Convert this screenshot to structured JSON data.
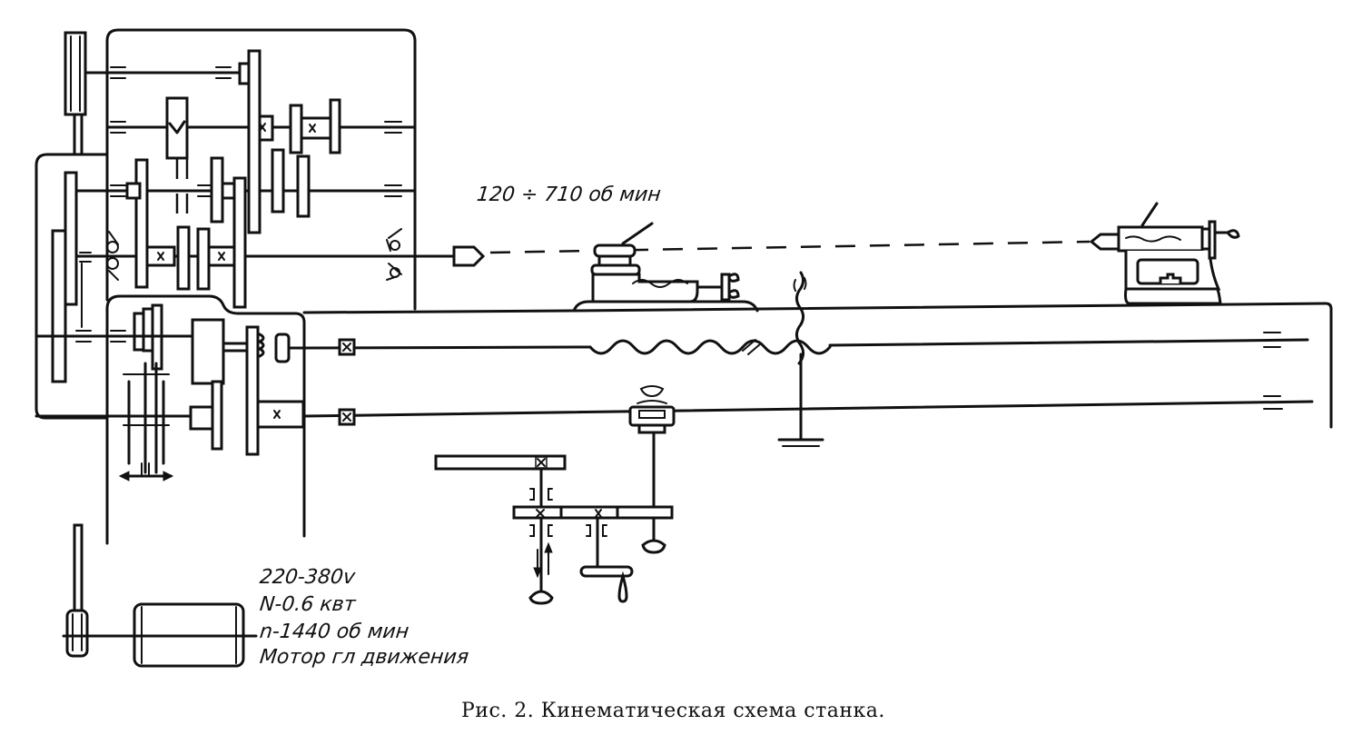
{
  "figure": {
    "caption": "Рис. 2. Кинематическая схема станка.",
    "spindle_speed_label": "120 ÷ 710 об мин",
    "motor_specs": [
      "220-380v",
      "N-0.6 квт",
      "n-1440 об мин",
      "Мотор гл движения"
    ]
  },
  "components": {
    "headstock_gearbox": "gearbox",
    "feed_gearbox": "gearbox",
    "carriage": "tool-rest",
    "tailstock": "tailstock",
    "bed": "lathe-bed",
    "lead_screw": "lead-screw",
    "feed_shaft": "feed-shaft",
    "apron": "apron-mechanism",
    "main_motor": "electric-motor"
  }
}
